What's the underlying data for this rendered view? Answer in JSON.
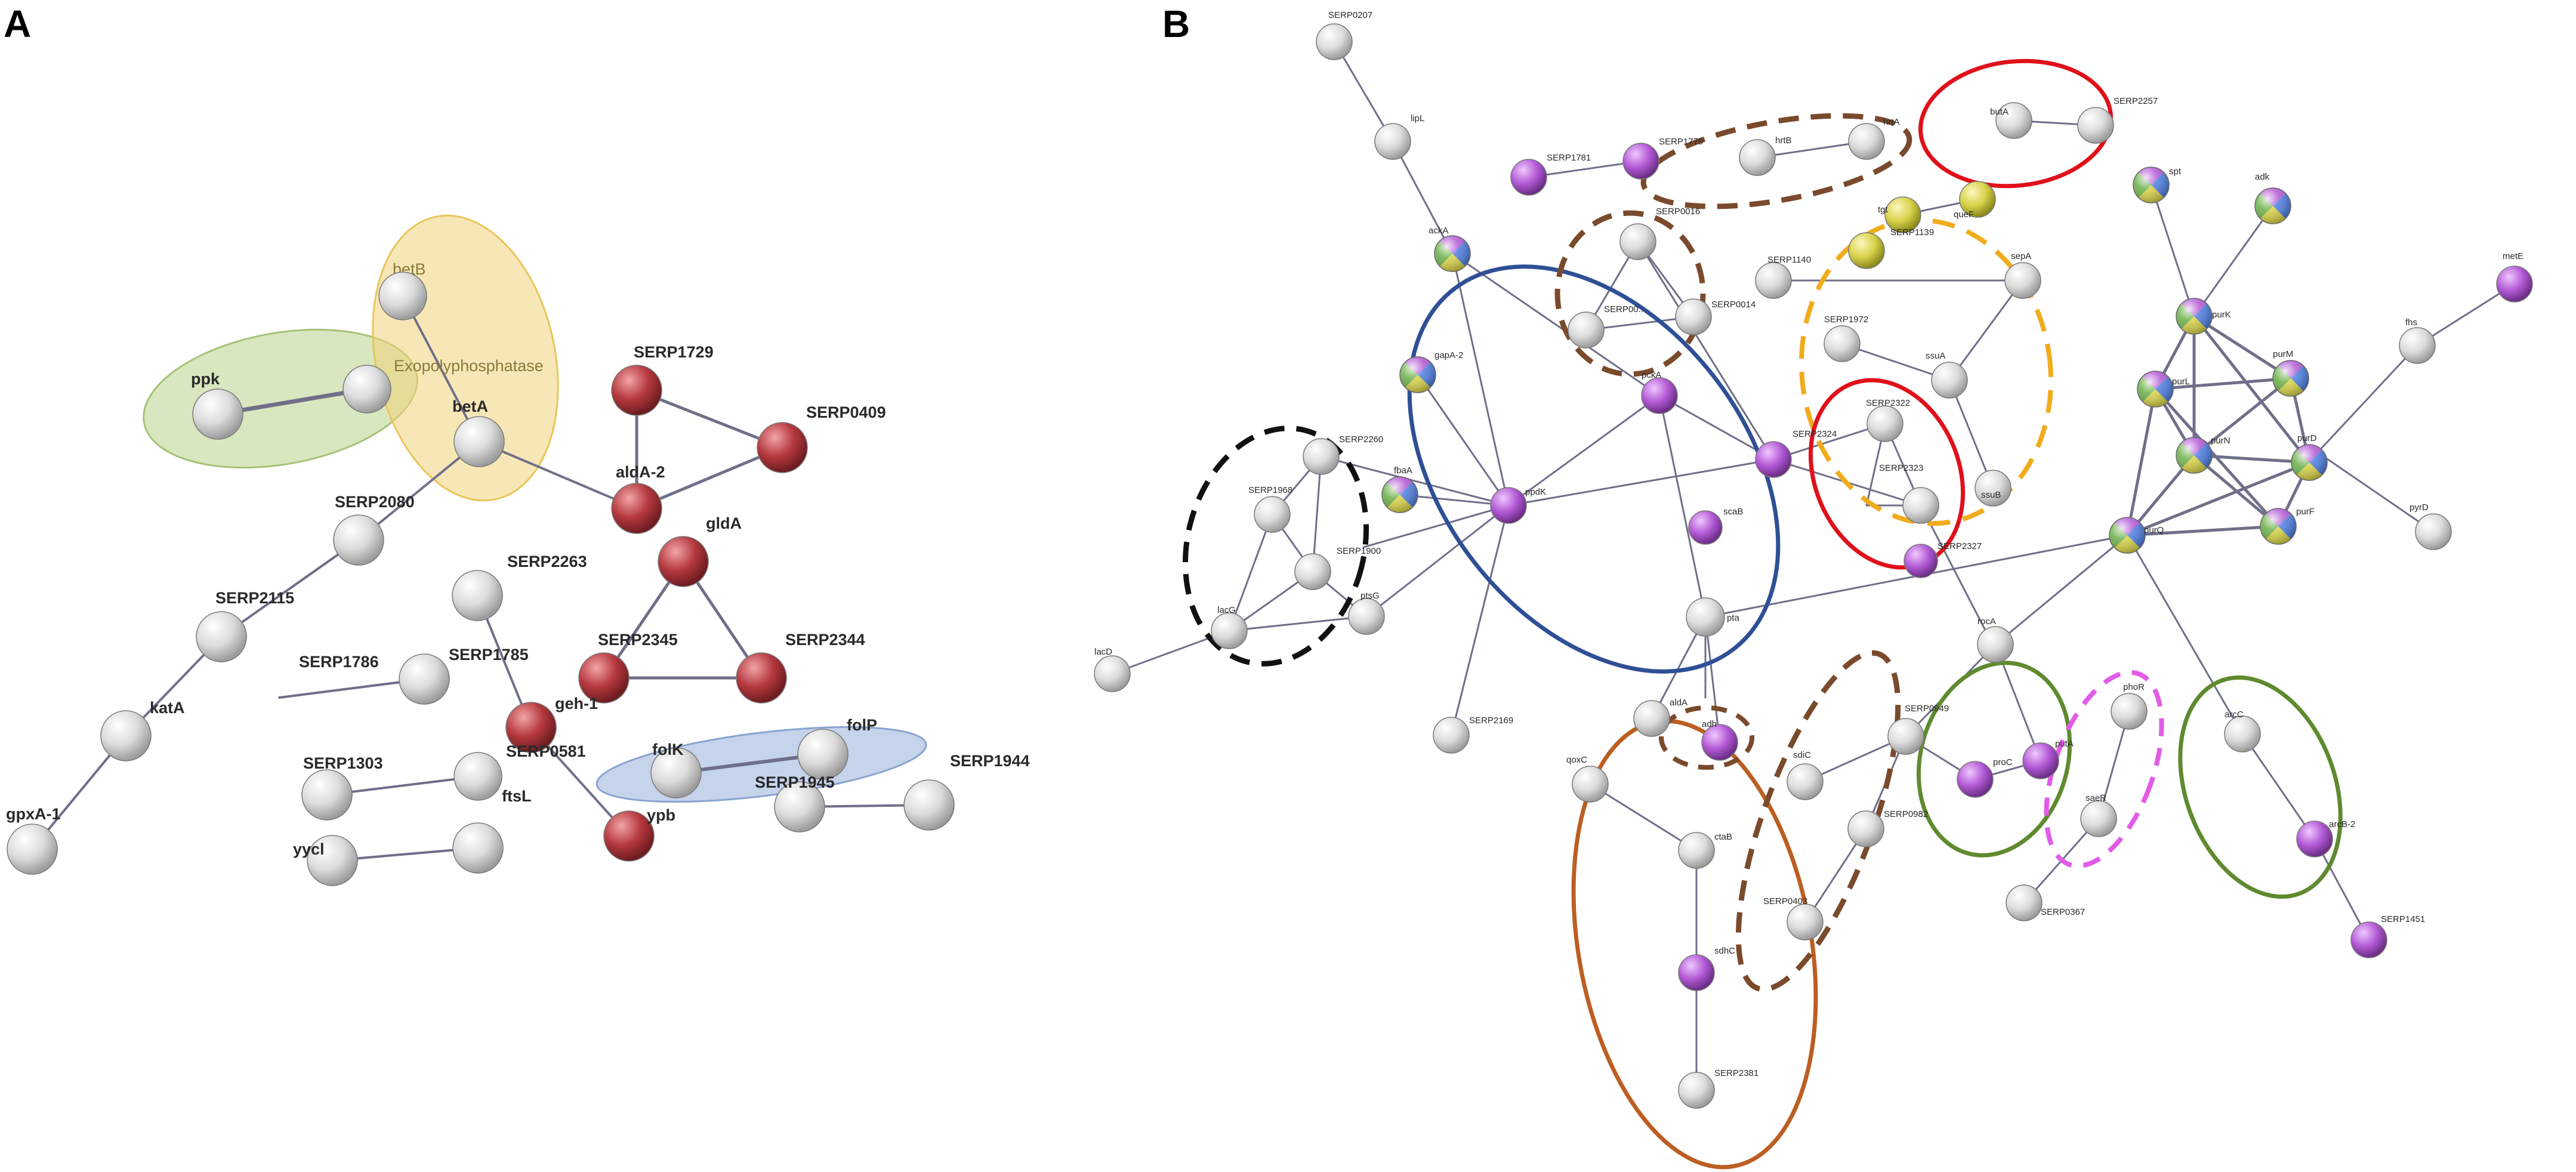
{
  "panels": [
    {
      "id": "A",
      "label": "A"
    },
    {
      "id": "B",
      "label": "B"
    }
  ],
  "colors": {
    "grey_node": "#d9d9d9",
    "red_node": "#b23a3f",
    "purple_node": "#b35ad6",
    "yellow_node": "#d8d34a",
    "edge": "#6f6f8a",
    "hl_green": "#b8d38a",
    "hl_yellow": "#f2d47a",
    "hl_blue": "#9fb6de",
    "ring_red": "#e0101a",
    "ring_blue": "#2f4f96",
    "ring_brown": "#7a4a2c",
    "ring_orange": "#bc5e22",
    "ring_green": "#5f8a2f",
    "ring_black": "#111111",
    "ring_gold": "#f0ac1c",
    "ring_magenta": "#e25be8"
  },
  "panelA": {
    "nodes": [
      {
        "id": "betB",
        "label": "betB",
        "color": "grey"
      },
      {
        "id": "exo",
        "label": "Exopolyphosphatase",
        "color": "grey"
      },
      {
        "id": "ppk",
        "label": "ppk",
        "color": "grey"
      },
      {
        "id": "betA",
        "label": "betA",
        "color": "grey"
      },
      {
        "id": "SERP1729",
        "label": "SERP1729",
        "color": "red"
      },
      {
        "id": "SERP0409",
        "label": "SERP0409",
        "color": "red"
      },
      {
        "id": "aldA-2",
        "label": "aldA-2",
        "color": "red"
      },
      {
        "id": "SERP2080",
        "label": "SERP2080",
        "color": "grey"
      },
      {
        "id": "gldA",
        "label": "gldA",
        "color": "red"
      },
      {
        "id": "SERP2263",
        "label": "SERP2263",
        "color": "grey"
      },
      {
        "id": "SERP2115",
        "label": "SERP2115",
        "color": "grey"
      },
      {
        "id": "SERP1785",
        "label": "SERP1785",
        "color": "grey"
      },
      {
        "id": "SERP2345",
        "label": "SERP2345",
        "color": "red"
      },
      {
        "id": "SERP2344",
        "label": "SERP2344",
        "color": "red"
      },
      {
        "id": "SERP1786",
        "label": "SERP1786",
        "color": "grey"
      },
      {
        "id": "geh-1",
        "label": "geh-1",
        "color": "red"
      },
      {
        "id": "SERP0581",
        "label": "SERP0581",
        "color": "grey"
      },
      {
        "id": "katA",
        "label": "katA",
        "color": "grey"
      },
      {
        "id": "folK",
        "label": "folK",
        "color": "grey"
      },
      {
        "id": "folP",
        "label": "folP",
        "color": "grey"
      },
      {
        "id": "SERP1303",
        "label": "SERP1303",
        "color": "grey"
      },
      {
        "id": "SERP1944",
        "label": "SERP1944",
        "color": "grey"
      },
      {
        "id": "SERP1945",
        "label": "SERP1945",
        "color": "grey"
      },
      {
        "id": "ypb",
        "label": "ypb",
        "color": "red"
      },
      {
        "id": "gpxA-1",
        "label": "gpxA-1",
        "color": "grey"
      },
      {
        "id": "yycl",
        "label": "yycl",
        "color": "grey"
      },
      {
        "id": "ftsL",
        "label": "ftsL",
        "color": "grey"
      }
    ]
  },
  "panelB": {
    "nodes": [
      {
        "id": "SERP0207",
        "label": "SERP0207",
        "color": "grey"
      },
      {
        "id": "lipL",
        "label": "lipL",
        "color": "grey"
      },
      {
        "id": "SERP1781",
        "label": "SERP1781",
        "color": "purple"
      },
      {
        "id": "SERP1779",
        "label": "SERP1779",
        "color": "purple"
      },
      {
        "id": "hrtB",
        "label": "hrtB",
        "color": "grey"
      },
      {
        "id": "hrtA",
        "label": "hrtA",
        "color": "grey"
      },
      {
        "id": "butA",
        "label": "butA",
        "color": "grey"
      },
      {
        "id": "SERP2257",
        "label": "SERP2257",
        "color": "grey"
      },
      {
        "id": "queF",
        "label": "queF",
        "color": "yellow"
      },
      {
        "id": "tgt",
        "label": "tgt",
        "color": "yellow"
      },
      {
        "id": "SERP0016",
        "label": "SERP0016",
        "color": "grey"
      },
      {
        "id": "ackA",
        "label": "ackA",
        "color": "multi"
      },
      {
        "id": "SERP1139",
        "label": "SERP1139",
        "color": "yellow"
      },
      {
        "id": "SERP1140",
        "label": "SERP1140",
        "color": "grey"
      },
      {
        "id": "sepA",
        "label": "sepA",
        "color": "grey"
      },
      {
        "id": "SERP0014",
        "label": "SERP0014",
        "color": "grey"
      },
      {
        "id": "SERP0013",
        "label": "SERP00..",
        "color": "grey"
      },
      {
        "id": "SERP1972",
        "label": "SERP1972",
        "color": "grey"
      },
      {
        "id": "ssuA",
        "label": "ssuA",
        "color": "grey"
      },
      {
        "id": "gapA-2",
        "label": "gapA-2",
        "color": "multi"
      },
      {
        "id": "pckA",
        "label": "pckA",
        "color": "purple"
      },
      {
        "id": "SERP2322",
        "label": "SERP2322",
        "color": "grey"
      },
      {
        "id": "SERP2324",
        "label": "SERP2324",
        "color": "purple"
      },
      {
        "id": "SERP2260",
        "label": "SERP2260",
        "color": "grey"
      },
      {
        "id": "SERP1968",
        "label": "SERP1968",
        "color": "grey"
      },
      {
        "id": "fbaA",
        "label": "fbaA",
        "color": "multi"
      },
      {
        "id": "ppdK",
        "label": "ppdK",
        "color": "purple"
      },
      {
        "id": "SERP2323",
        "label": "SERP2323",
        "color": "grey"
      },
      {
        "id": "ssuB",
        "label": "ssuB",
        "color": "grey"
      },
      {
        "id": "SERP2327",
        "label": "SERP2327",
        "color": "purple"
      },
      {
        "id": "SERP1900",
        "label": "SERP1900",
        "color": "grey"
      },
      {
        "id": "ptsG",
        "label": "ptsG",
        "color": "grey"
      },
      {
        "id": "lacG",
        "label": "lacG",
        "color": "grey"
      },
      {
        "id": "lacD",
        "label": "lacD",
        "color": "grey"
      },
      {
        "id": "scaB",
        "label": "scaB",
        "color": "purple"
      },
      {
        "id": "pta",
        "label": "pta",
        "color": "grey"
      },
      {
        "id": "SERP2169",
        "label": "SERP2169",
        "color": "grey"
      },
      {
        "id": "spt",
        "label": "spt",
        "color": "multi"
      },
      {
        "id": "adk",
        "label": "adk",
        "color": "multi"
      },
      {
        "id": "metE",
        "label": "metE",
        "color": "purple"
      },
      {
        "id": "purK",
        "label": "purK",
        "color": "multi"
      },
      {
        "id": "fhs",
        "label": "fhs",
        "color": "grey"
      },
      {
        "id": "purL",
        "label": "purL",
        "color": "multi"
      },
      {
        "id": "purM",
        "label": "purM",
        "color": "multi"
      },
      {
        "id": "purN",
        "label": "purN",
        "color": "multi"
      },
      {
        "id": "purD",
        "label": "purD",
        "color": "multi"
      },
      {
        "id": "purF",
        "label": "purF",
        "color": "multi"
      },
      {
        "id": "purQ",
        "label": "purQ",
        "color": "multi"
      },
      {
        "id": "pyrD",
        "label": "pyrD",
        "color": "grey"
      },
      {
        "id": "rocA",
        "label": "rocA",
        "color": "grey"
      },
      {
        "id": "aldA",
        "label": "aldA",
        "color": "grey"
      },
      {
        "id": "adh",
        "label": "adh",
        "color": "purple"
      },
      {
        "id": "SERP0949",
        "label": "SERP0949",
        "color": "grey"
      },
      {
        "id": "phoR",
        "label": "phoR",
        "color": "grey"
      },
      {
        "id": "proC",
        "label": "proC",
        "color": "purple"
      },
      {
        "id": "putA",
        "label": "putA",
        "color": "purple"
      },
      {
        "id": "qoxC",
        "label": "qoxC",
        "color": "grey"
      },
      {
        "id": "sdiC",
        "label": "sdiC",
        "color": "grey"
      },
      {
        "id": "saeR",
        "label": "saeR",
        "color": "grey"
      },
      {
        "id": "arcC",
        "label": "arcC",
        "color": "grey"
      },
      {
        "id": "ctaB",
        "label": "ctaB",
        "color": "grey"
      },
      {
        "id": "SERP0982",
        "label": "SERP0982",
        "color": "grey"
      },
      {
        "id": "SERP0367",
        "label": "SERP0367",
        "color": "grey"
      },
      {
        "id": "arcB-2",
        "label": "arcB-2",
        "color": "purple"
      },
      {
        "id": "SERP0403",
        "label": "SERP0403",
        "color": "grey"
      },
      {
        "id": "sdhC",
        "label": "sdhC",
        "color": "purple"
      },
      {
        "id": "SERP1451",
        "label": "SERP1451",
        "color": "purple"
      },
      {
        "id": "SERP2381",
        "label": "SERP2381",
        "color": "grey"
      }
    ]
  }
}
